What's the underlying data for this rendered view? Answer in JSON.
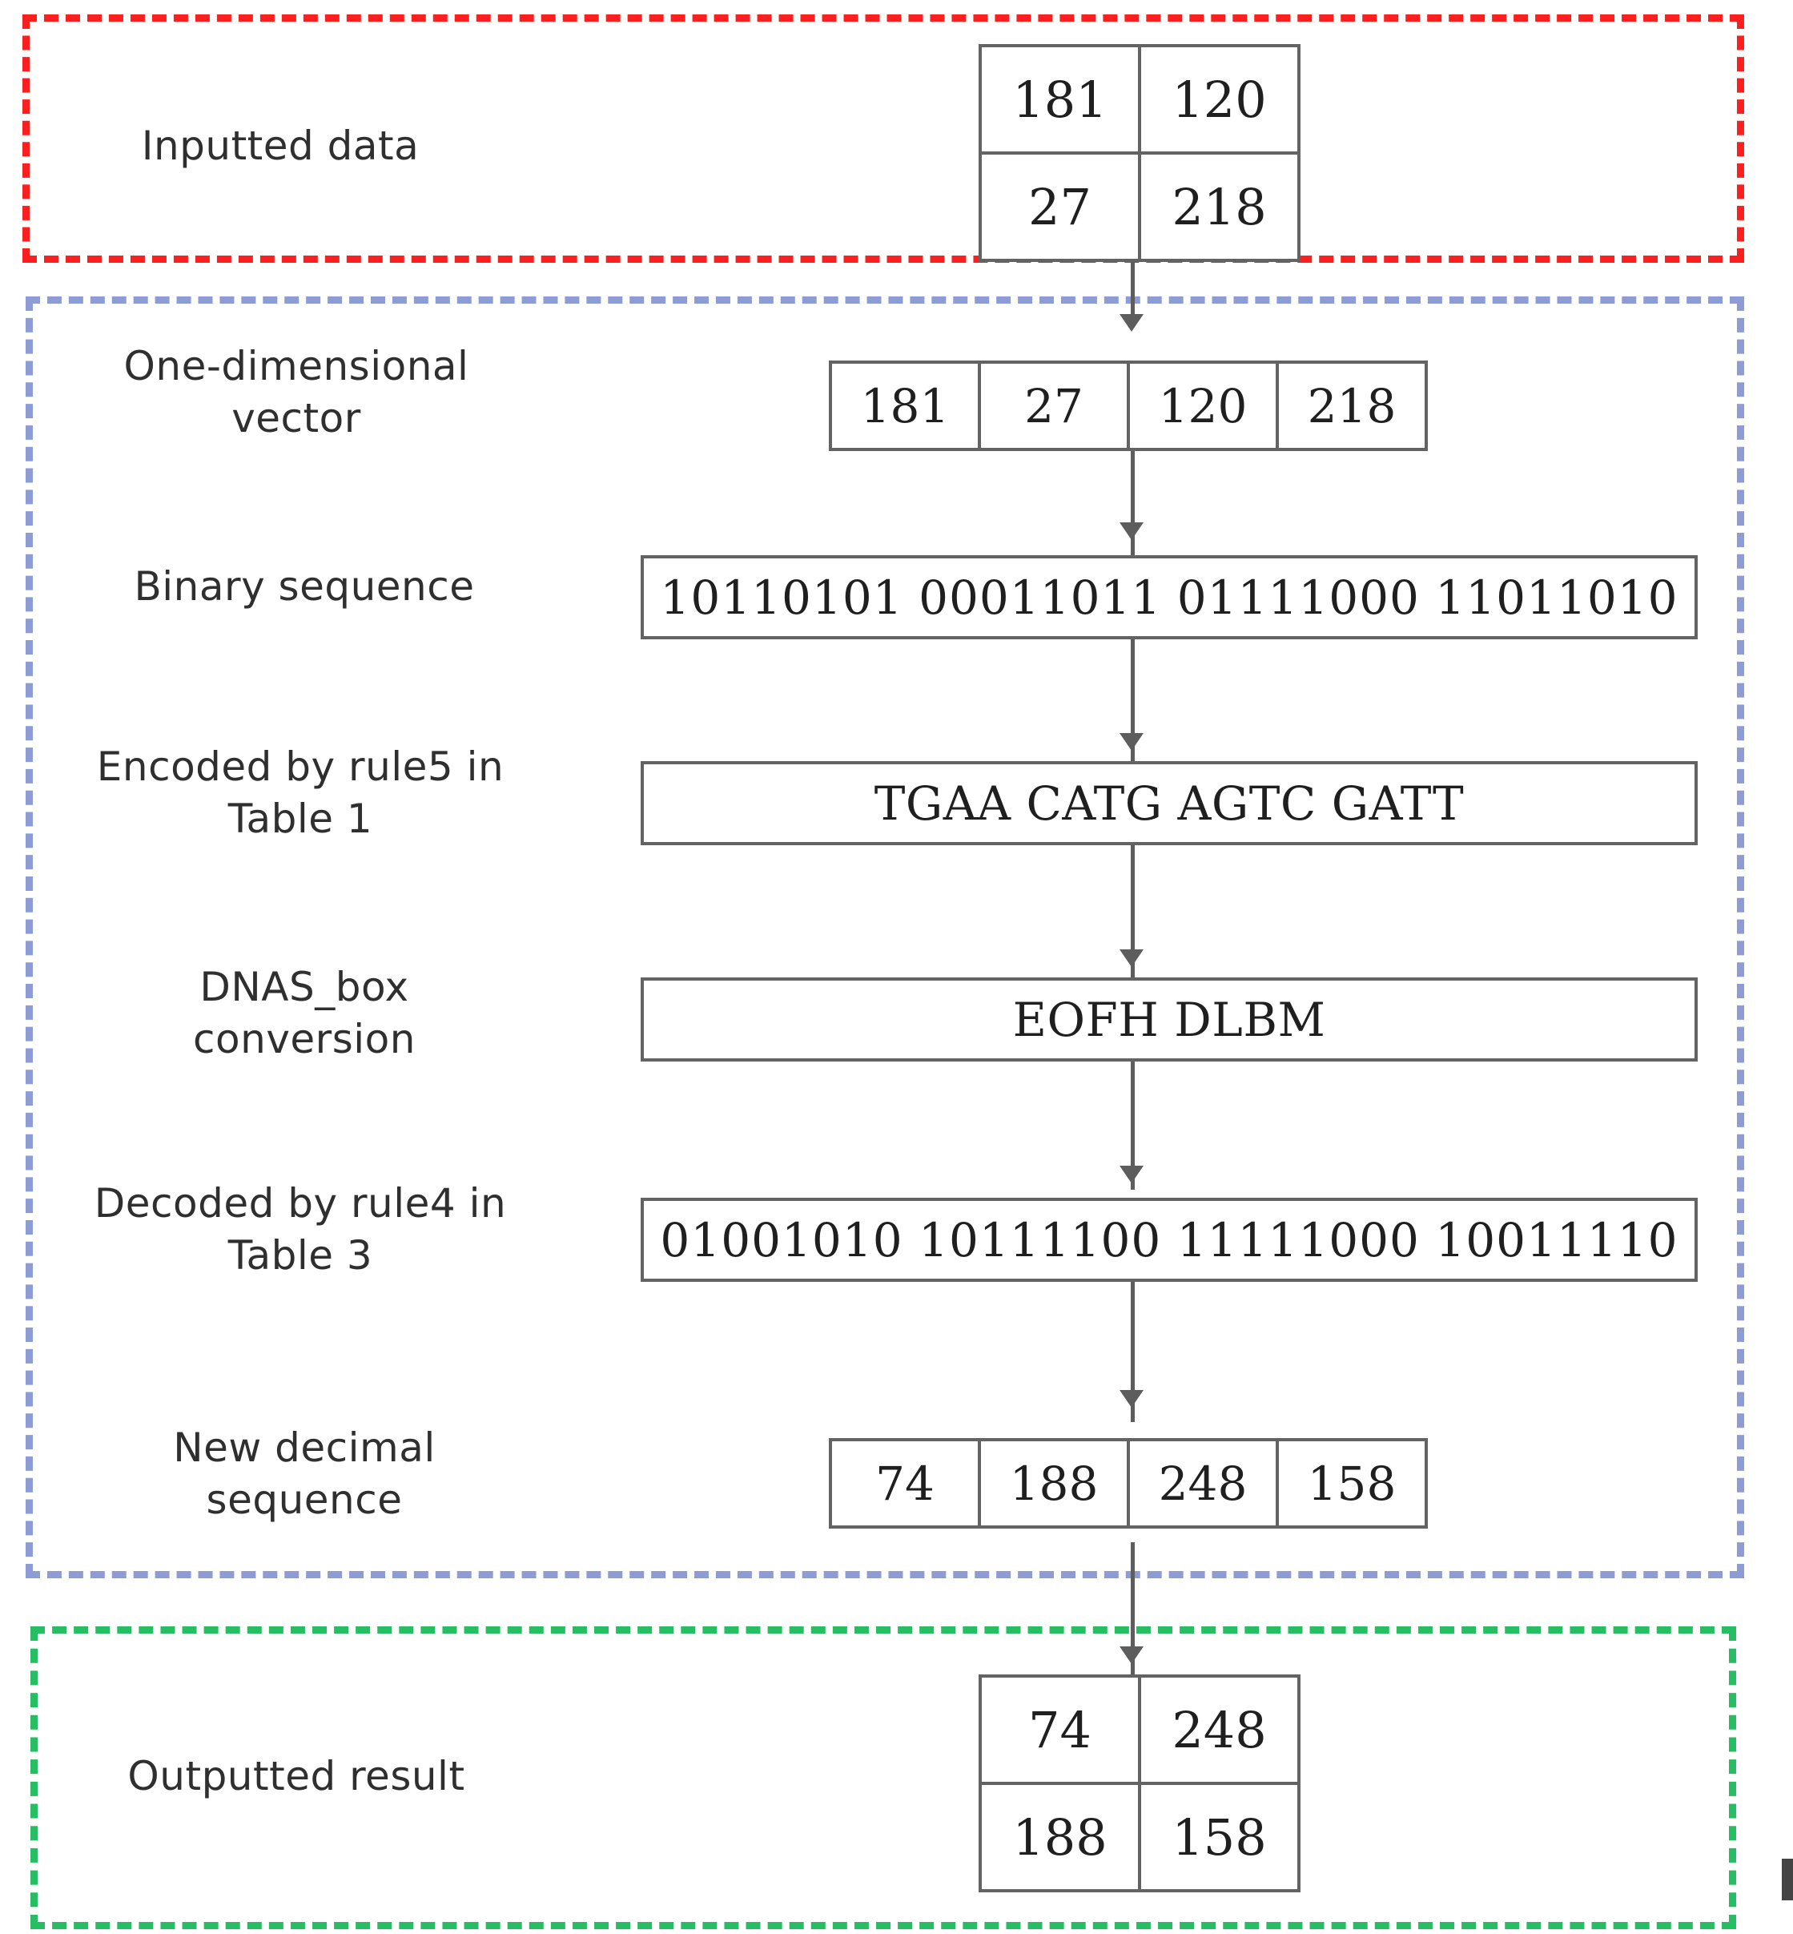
{
  "diagram": {
    "title": "DNA encoding / decoding data flow",
    "sections": [
      {
        "id": "input",
        "label": "Inputted data",
        "border_color": "#fb1f1f"
      },
      {
        "id": "process",
        "label": "",
        "border_color": "#8e9cd6"
      },
      {
        "id": "output",
        "label": "Outputted result",
        "border_color": "#27bd63"
      }
    ]
  },
  "labels": {
    "inputted_data": "Inputted data",
    "one_dimensional_vector": "One-dimensional\nvector",
    "binary_sequence": "Binary sequence",
    "encoded_rule5": "Encoded by rule5 in\nTable 1",
    "dnas_box_conversion": "DNAS_box\nconversion",
    "decoded_rule4": "Decoded by rule4 in\nTable 3",
    "new_decimal_sequence": "New decimal\nsequence",
    "outputted_result": "Outputted result"
  },
  "steps": {
    "input_matrix": {
      "rows": [
        [
          "181",
          "120"
        ],
        [
          "27",
          "218"
        ]
      ]
    },
    "one_dimensional_vector": {
      "cells": [
        "181",
        "27",
        "120",
        "218"
      ]
    },
    "binary_sequence": {
      "value": "10110101 00011011 01111000 11011010"
    },
    "encoded_dna": {
      "value": "TGAA CATG AGTC GATT"
    },
    "dnas_box": {
      "value": "EOFH DLBM"
    },
    "decoded_binary": {
      "value": "01001010 10111100 11111000 10011110"
    },
    "new_decimal_vector": {
      "cells": [
        "74",
        "188",
        "248",
        "158"
      ]
    },
    "output_matrix": {
      "rows": [
        [
          "74",
          "248"
        ],
        [
          "188",
          "158"
        ]
      ]
    }
  },
  "colors": {
    "input_border": "#fb1f1f",
    "process_border": "#8e9cd6",
    "output_border": "#27bd63",
    "box_border": "#636363",
    "arrow": "#5d5d5d",
    "text": "#2f2f2f"
  }
}
